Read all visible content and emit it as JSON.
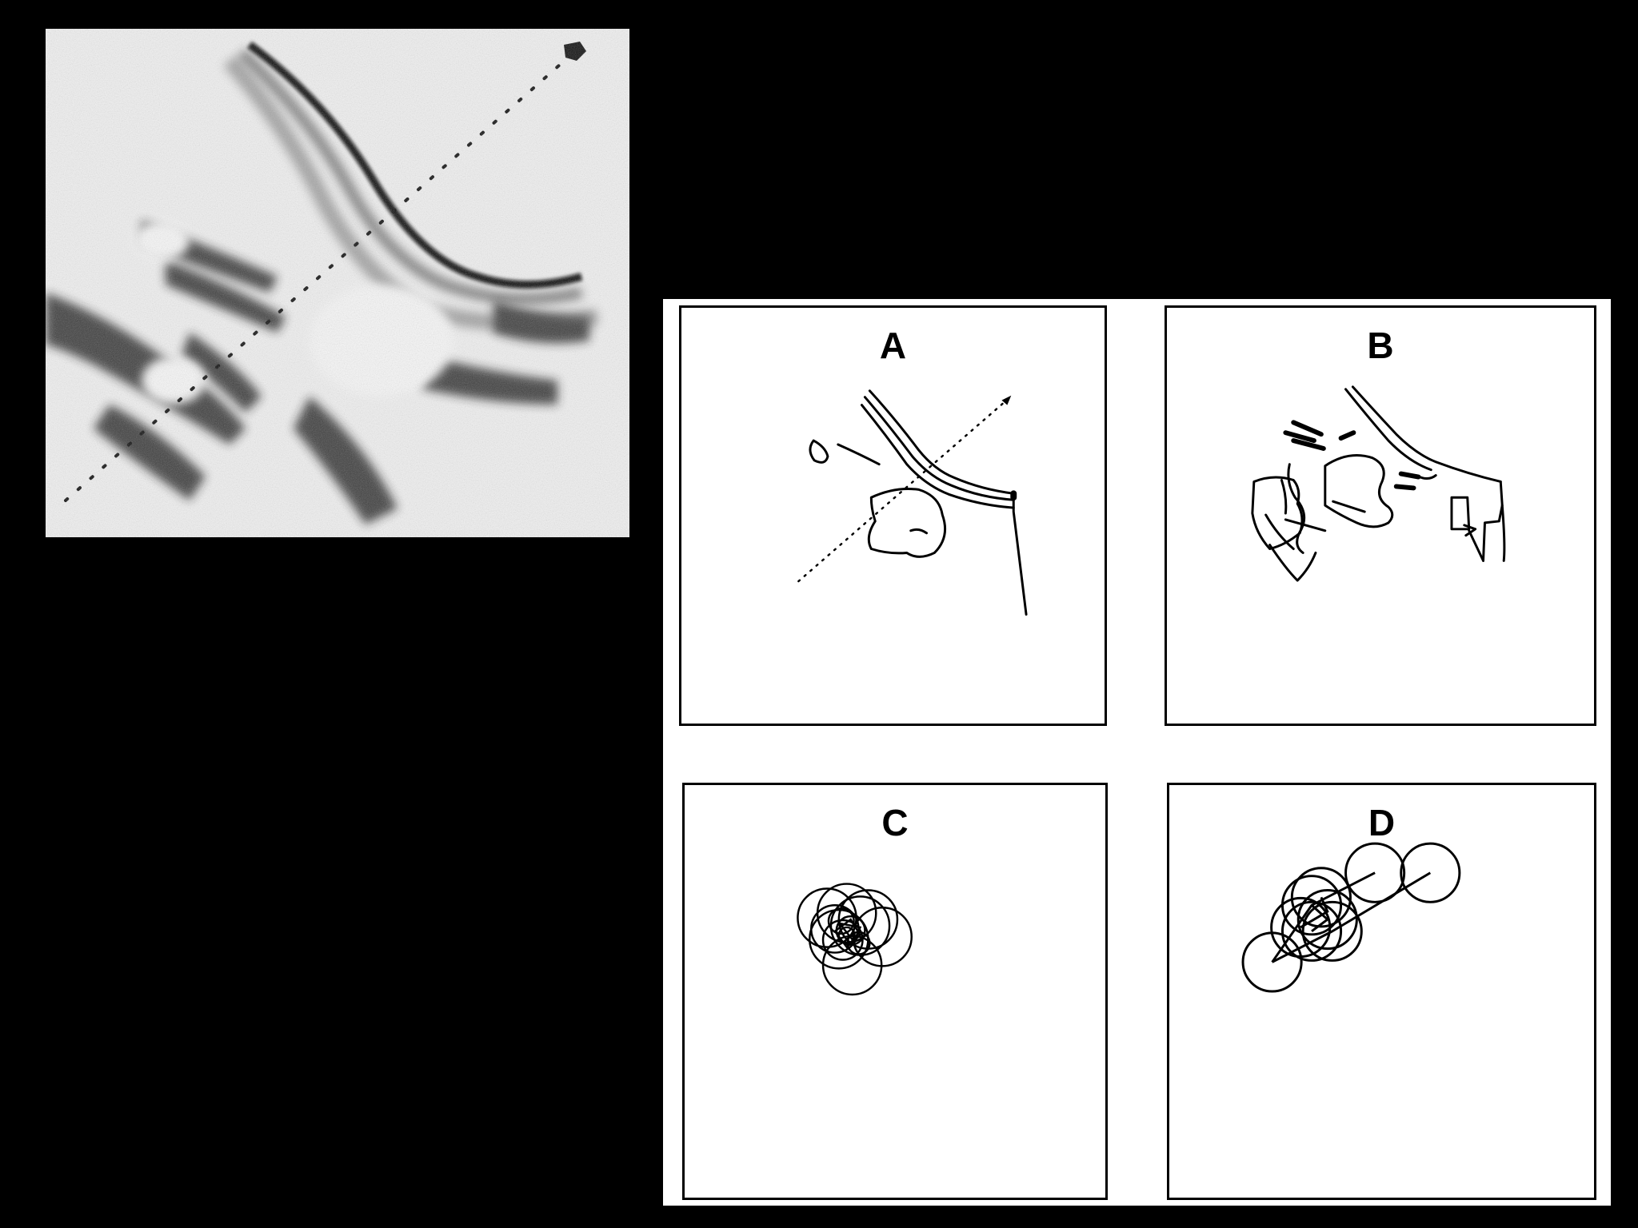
{
  "figure": {
    "photo_description_icon": "ultrasound-scan-image",
    "panels": [
      {
        "id": "A",
        "label": "A"
      },
      {
        "id": "B",
        "label": "B"
      },
      {
        "id": "C",
        "label": "C"
      },
      {
        "id": "D",
        "label": "D"
      }
    ]
  },
  "colors": {
    "background": "#000000",
    "panel_background": "#ffffff",
    "ink": "#000000",
    "photo_background": "#f2f2f2"
  }
}
